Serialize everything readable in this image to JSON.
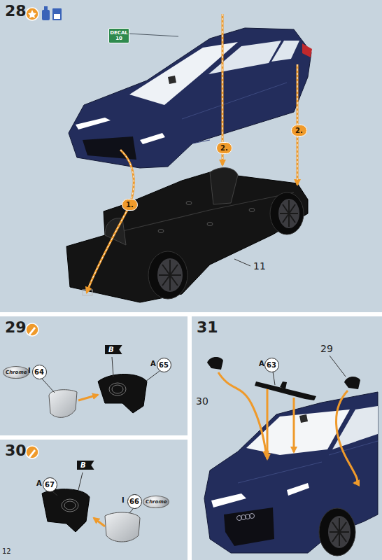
{
  "diagram": {
    "nodes": [
      {
        "text": [
          "28"
        ]
      },
      {
        "text": [
          "29"
        ]
      },
      {
        "text": [
          "64"
        ],
        "in": 1
      },
      {
        "text": [
          "65"
        ],
        "in": 1
      },
      {
        "text": [
          "30"
        ]
      },
      {
        "text": [
          "67"
        ],
        "in": 4
      },
      {
        "text": [
          "66"
        ],
        "in": 4
      },
      {
        "text": [
          "31"
        ]
      },
      {
        "text": [
          "63"
        ],
        "in": 7
      }
    ],
    "labels": [
      "DECAL 10",
      "2.",
      "2.",
      "1.",
      "11",
      "Chrome",
      "I",
      "B",
      "A",
      "A",
      "B",
      "I",
      "Chrome",
      "30",
      "A",
      "29",
      "12"
    ]
  }
}
